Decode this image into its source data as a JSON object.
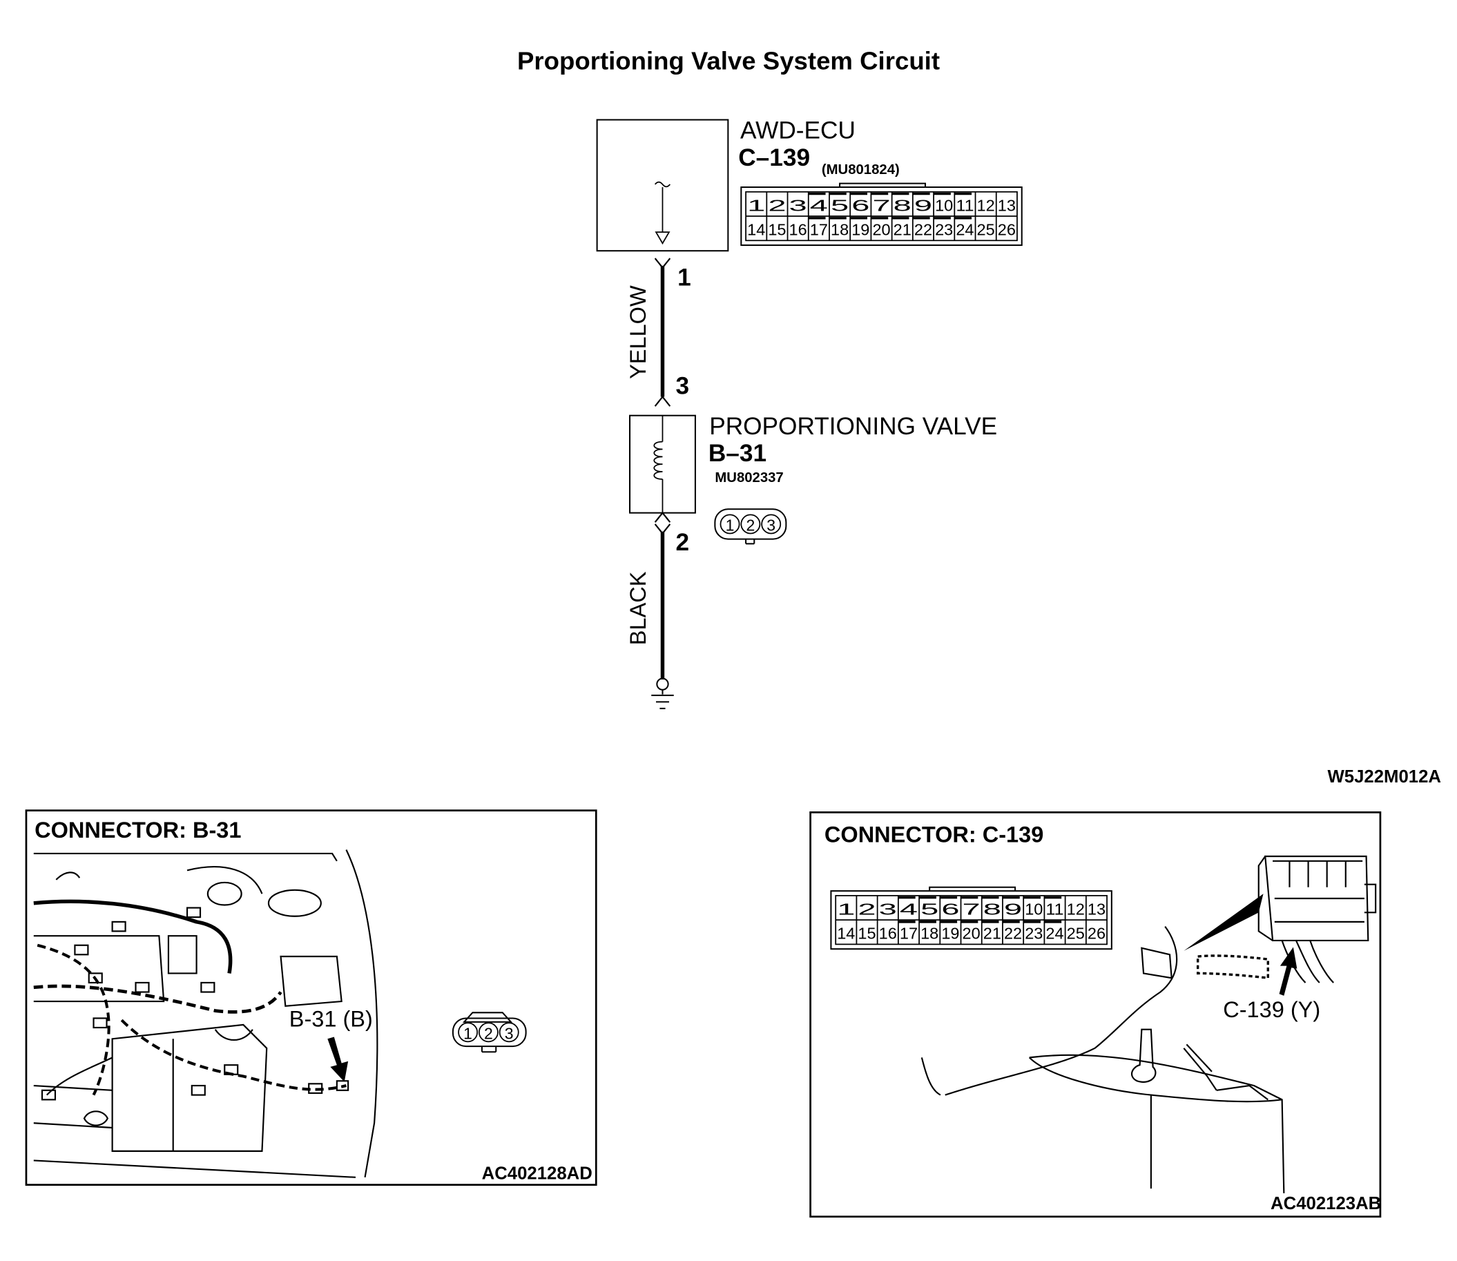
{
  "diagram": {
    "title": "Proportioning Valve System Circuit",
    "figure_code": "W5J22M012A",
    "ecu": {
      "name": "AWD-ECU",
      "connector": "C–139",
      "part_number": "(MU801824)",
      "pins_top": [
        "1",
        "2",
        "3",
        "4",
        "5",
        "6",
        "7",
        "8",
        "9",
        "10",
        "11",
        "12",
        "13"
      ],
      "pins_bottom": [
        "14",
        "15",
        "16",
        "17",
        "18",
        "19",
        "20",
        "21",
        "22",
        "23",
        "24",
        "25",
        "26"
      ]
    },
    "wires": [
      {
        "color": "YELLOW",
        "from_pin": "1",
        "to_pin": "3"
      },
      {
        "color": "BLACK",
        "from_pin": "2",
        "to": "ground"
      }
    ],
    "valve": {
      "name": "PROPORTIONING VALVE",
      "connector": "B–31",
      "part_number": "MU802337",
      "pins": [
        "1",
        "2",
        "3"
      ]
    }
  },
  "panels": {
    "left": {
      "title": "CONNECTOR: B-31",
      "callout": "B-31 (B)",
      "pins": [
        "1",
        "2",
        "3"
      ],
      "code": "AC402128AD"
    },
    "right": {
      "title": "CONNECTOR: C-139",
      "callout": "C-139 (Y)",
      "pins_top": [
        "1",
        "2",
        "3",
        "4",
        "5",
        "6",
        "7",
        "8",
        "9",
        "10",
        "11",
        "12",
        "13"
      ],
      "pins_bottom": [
        "14",
        "15",
        "16",
        "17",
        "18",
        "19",
        "20",
        "21",
        "22",
        "23",
        "24",
        "25",
        "26"
      ],
      "code": "AC402123AB"
    }
  }
}
